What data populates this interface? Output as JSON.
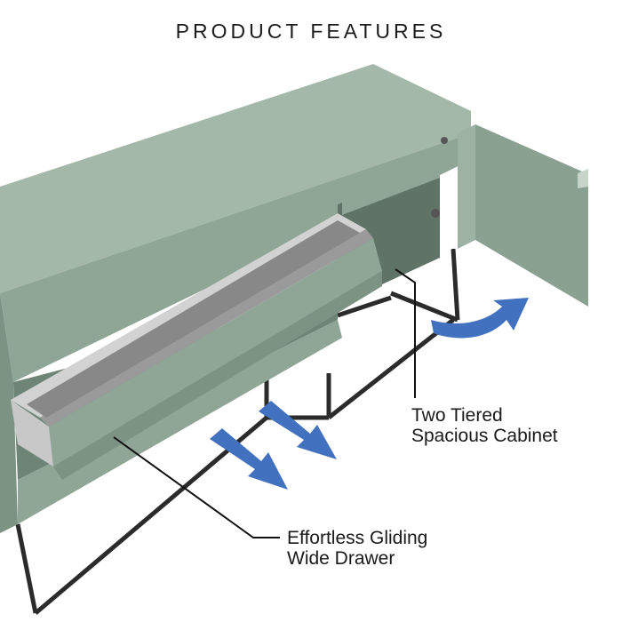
{
  "header": {
    "title": "PRODUCT FEATURES"
  },
  "callouts": {
    "cabinet": {
      "line1": "Two Tiered",
      "line2": "Spacious Cabinet"
    },
    "drawer": {
      "line1": "Effortless Gliding",
      "line2": "Wide Drawer"
    }
  },
  "colors": {
    "sage_green": "#8fa596",
    "frame_black": "#2b2b2b",
    "arrow_blue": "#4272bf"
  }
}
